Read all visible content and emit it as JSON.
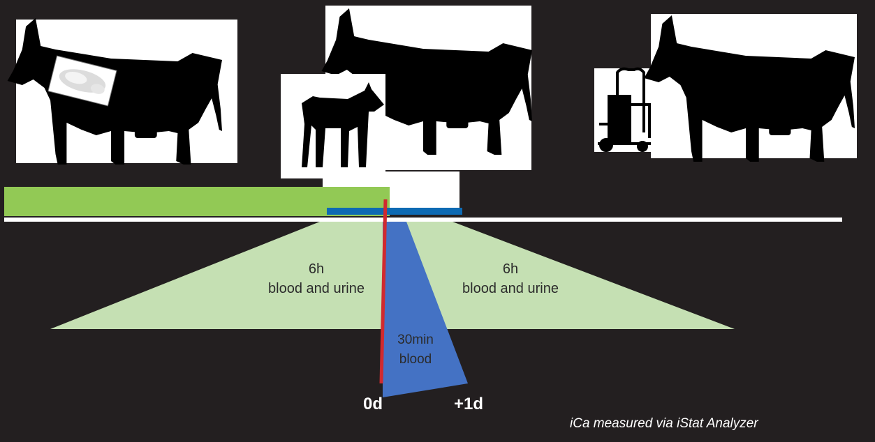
{
  "diagram": {
    "left_window": {
      "duration": "6h",
      "samples": "blood and urine"
    },
    "right_window": {
      "duration": "6h",
      "samples": "blood and urine"
    },
    "center_window": {
      "duration": "30min",
      "samples": "blood"
    },
    "day_labels": {
      "calving": "0d",
      "next_day": "+1d"
    },
    "footnote": "iCa measured via iStat Analyzer",
    "colors": {
      "background": "#231f20",
      "prepartum_bar": "#92c955",
      "peripartum_bar": "#0d6ab3",
      "calving_line": "#d02a2f",
      "window_fill": "#c5e0b3",
      "center_fill": "#4472c4",
      "timeline": "#ffffff"
    },
    "icons": {
      "pregnant_cow": "cow-with-fetus-icon",
      "calf": "calf-icon",
      "fresh_cow": "cow-icon",
      "milking_machine": "milking-machine-icon",
      "lactating_cow": "cow-icon"
    }
  }
}
